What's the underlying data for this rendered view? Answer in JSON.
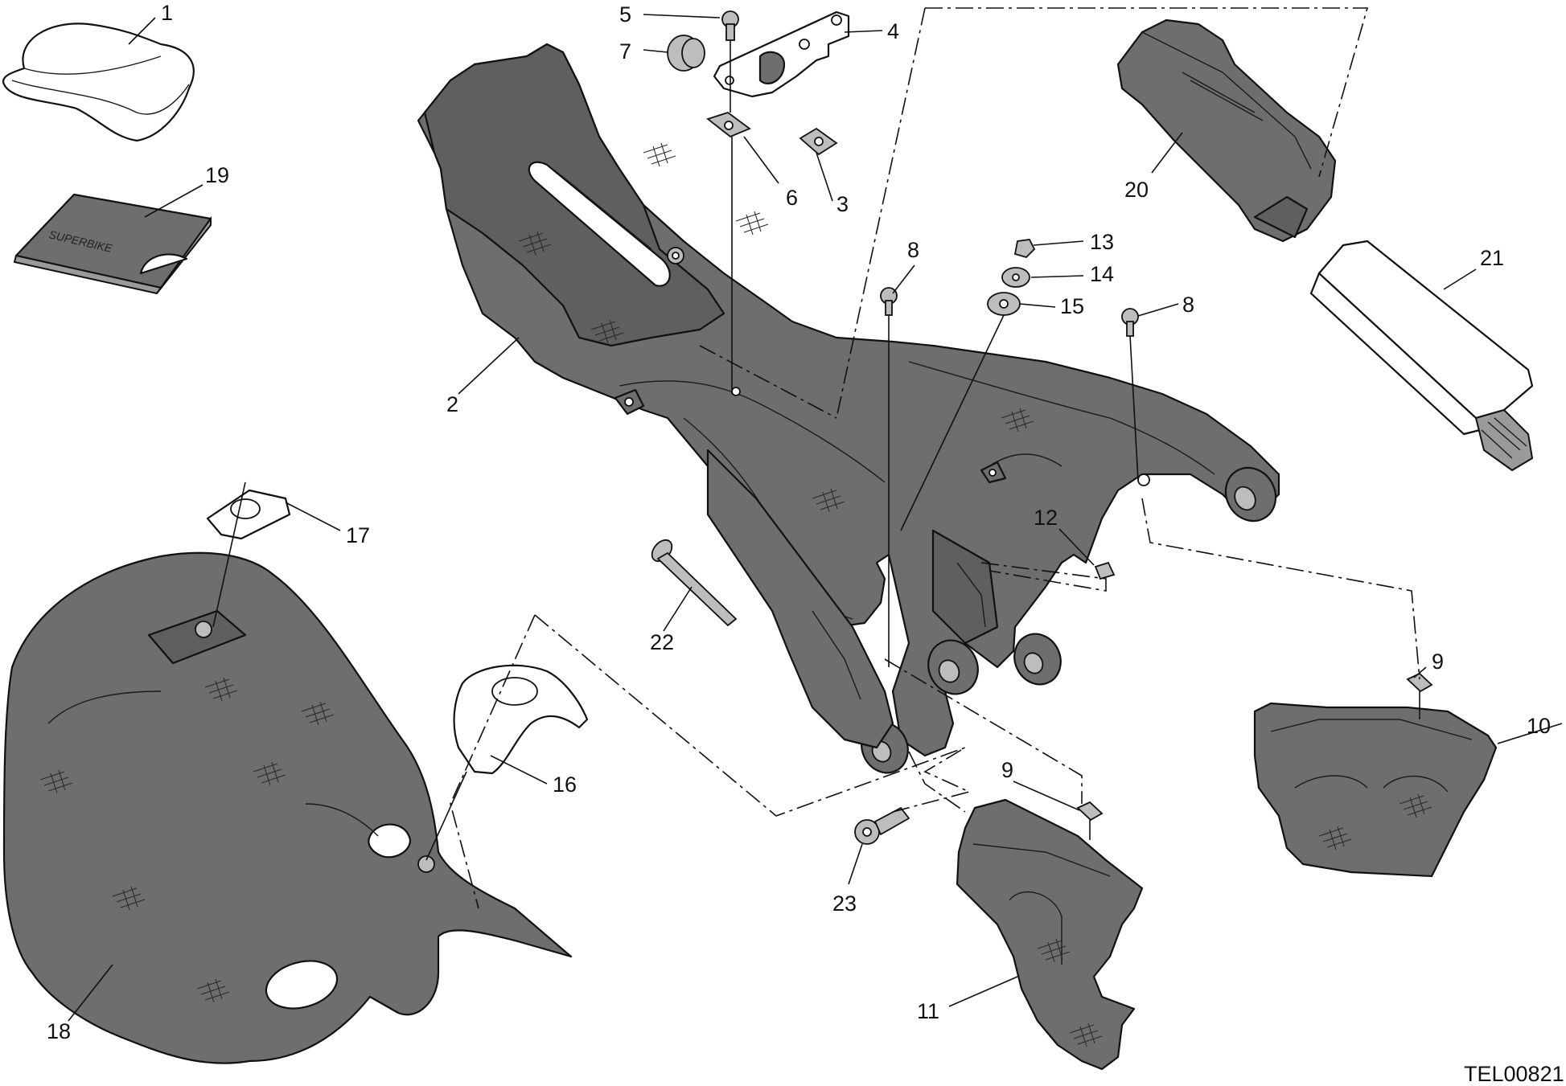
{
  "callouts": {
    "c1": "1",
    "c2": "2",
    "c3": "3",
    "c4": "4",
    "c5": "5",
    "c6": "6",
    "c7": "7",
    "c8a": "8",
    "c8b": "8",
    "c9a": "9",
    "c9b": "9",
    "c10": "10",
    "c11": "11",
    "c12": "12",
    "c13": "13",
    "c14": "14",
    "c15": "15",
    "c16": "16",
    "c17": "17",
    "c18": "18",
    "c19": "19",
    "c20": "20",
    "c21": "21",
    "c22": "22",
    "c23": "23"
  },
  "reference_code": "TEL00821",
  "manual_cover_text": "SUPERBIKE",
  "colors": {
    "part_fill": "#6e6e6e",
    "outline": "#111111",
    "background": "#ffffff"
  }
}
